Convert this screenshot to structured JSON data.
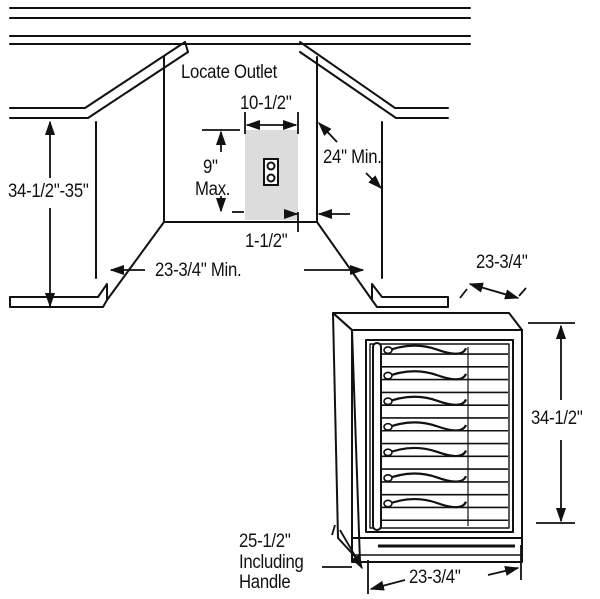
{
  "labels": {
    "locate_outlet": "Locate Outlet",
    "outlet_width": "10-1/2\"",
    "outlet_height_value": "9\"",
    "outlet_height_qualifier": "Max.",
    "cabinet_side_depth": "24\" Min.",
    "counter_height": "34-1/2\"-35\"",
    "outlet_offset": "1-1/2\"",
    "opening_width": "23-3/4\" Min.",
    "unit_depth_top": "23-3/4\"",
    "unit_height": "34-1/2\"",
    "unit_depth_handle": "25-1/2\"\nIncluding\nHandle",
    "unit_width_bottom": "23-3/4\""
  },
  "colors": {
    "line": "#111111",
    "outlet_area": "#dcdcdc"
  }
}
